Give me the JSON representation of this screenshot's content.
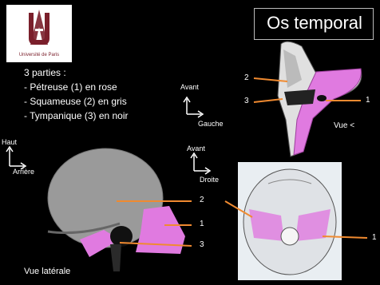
{
  "logo": {
    "caption": "Université de Paris"
  },
  "title": "Os temporal",
  "parts": {
    "heading": "3 parties :",
    "items": [
      "- Pétreuse (1) en rose",
      "- Squameuse (2) en gris",
      "- Tympanique (3) en noir"
    ]
  },
  "axes": {
    "top": {
      "up": "Avant",
      "right": "Gauche"
    },
    "left": {
      "up": "Haut",
      "right": "Arrière"
    },
    "middle": {
      "up": "Avant",
      "right": "Droite"
    }
  },
  "labels": {
    "inferior": {
      "two": "2",
      "three": "3",
      "one": "1",
      "view": "Vue <"
    },
    "lateral": {
      "two": "2",
      "one": "1",
      "three": "3",
      "view": "Vue latérale"
    },
    "skull": {
      "one": "1"
    }
  },
  "colors": {
    "petrous": "#e07ae0",
    "squamous": "#9a9a9a",
    "tympanic": "#111111",
    "pointer": "#f08a30"
  }
}
